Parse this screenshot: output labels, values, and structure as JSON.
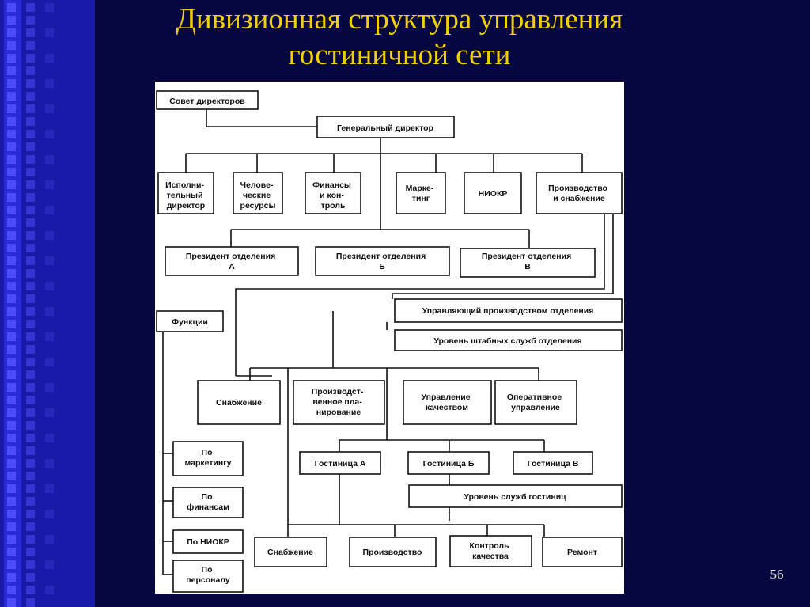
{
  "slide": {
    "title_line1": "Дивизионная структура управления",
    "title_line2": "гостиничной сети",
    "number": "56",
    "colors": {
      "title": "#f0d000",
      "background": "#000030",
      "side_strip": "#1a1aa8",
      "panel": "#2a2ad8"
    }
  },
  "chart": {
    "board": "Совет директоров",
    "ceo": "Генеральный директор",
    "exec_director": [
      "Исполни-",
      "тельный",
      "директор"
    ],
    "hr": [
      "Челове-",
      "ческие",
      "ресурсы"
    ],
    "finance": [
      "Финансы",
      "и кон-",
      "троль"
    ],
    "marketing": [
      "Марке-",
      "тинг"
    ],
    "rnd": "НИОКР",
    "production_supply": [
      "Производство",
      "и снабжение"
    ],
    "president_a": [
      "Президент отделения",
      "А"
    ],
    "president_b": [
      "Президент отделения",
      "Б"
    ],
    "president_v": [
      "Президент отделения",
      "В"
    ],
    "functions": "Функции",
    "division_prod_manager": "Управляющий производством отделения",
    "division_staff_level": "Уровень штабных служб отделения",
    "supply": "Снабжение",
    "production_planning": [
      "Производст-",
      "венное пла-",
      "нирование"
    ],
    "quality_management": [
      "Управление",
      "качеством"
    ],
    "operational_management": [
      "Оперативное",
      "управление"
    ],
    "hotel_a": "Гостиница А",
    "hotel_b": "Гостиница Б",
    "hotel_v": "Гостиница В",
    "hotel_services_level": "Уровень служб гостиниц",
    "fn_marketing": [
      "По",
      "маркетингу"
    ],
    "fn_finance": [
      "По",
      "финансам"
    ],
    "fn_rnd": "По НИОКР",
    "fn_personnel": [
      "По",
      "персоналу"
    ],
    "hotel_supply": "Снабжение",
    "hotel_production": "Производство",
    "quality_control": [
      "Контроль",
      "качества"
    ],
    "repair": "Ремонт"
  }
}
